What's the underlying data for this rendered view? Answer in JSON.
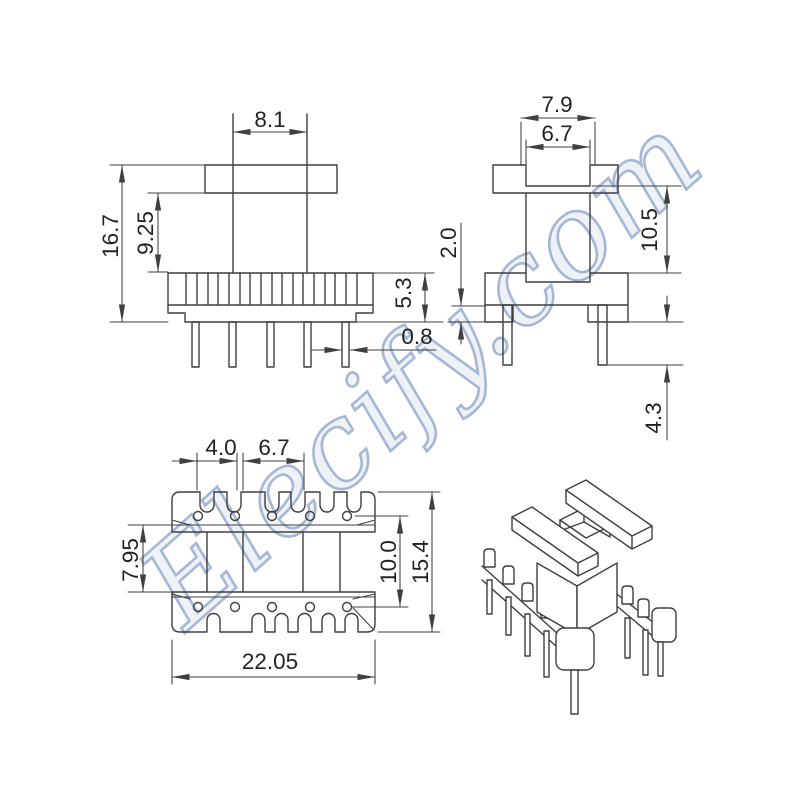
{
  "watermark": {
    "text": "Elecify.com",
    "color": "#96acd0"
  },
  "drawing": {
    "line_color": "#3f3f3f",
    "text_color": "#222222",
    "views": {
      "front": {
        "dims": {
          "core_width": "8.1",
          "total_height": "16.7",
          "winding_height": "9.25",
          "base_height": "5.3",
          "pin_width": "0.8"
        }
      },
      "side": {
        "dims": {
          "flange_width": "7.9",
          "window_width": "6.7",
          "standoff_height": "2.0",
          "body_height": "10.5",
          "pin_length": "4.3"
        }
      },
      "top": {
        "dims": {
          "pin_pitch": "4.0",
          "window_width": "6.7",
          "winding_gap": "7.95",
          "row_spacing": "10.0",
          "flange_width": "15.4",
          "overall_length": "22.05"
        }
      }
    }
  }
}
